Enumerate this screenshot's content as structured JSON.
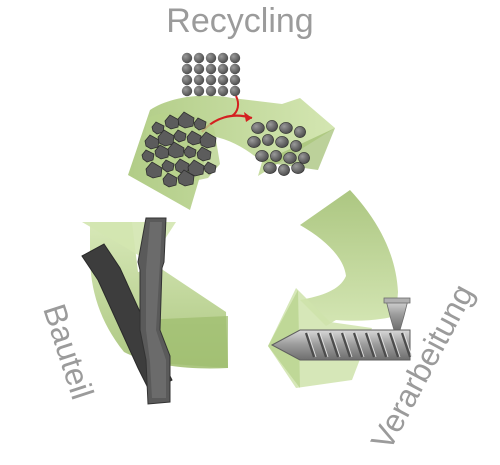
{
  "labels": {
    "top": "Recycling",
    "right": "Verarbeitung",
    "left": "Bauteil"
  },
  "colors": {
    "arrow_light": "#c8dea0",
    "arrow_dark": "#9fbe6f",
    "granule": "#5f5f5f",
    "granule_outline": "#3a3a3a",
    "flow_arrow": "#d42020",
    "label": "#9b9b9b",
    "screw": "#8c8c8c",
    "specimen": "#5a5a5a"
  },
  "icons": [
    "pellet-grid-icon",
    "regrind-pile-icon",
    "processed-pellets-icon",
    "transfer-arrow-icon",
    "extruder-screw-icon",
    "tensile-specimen-icon"
  ]
}
